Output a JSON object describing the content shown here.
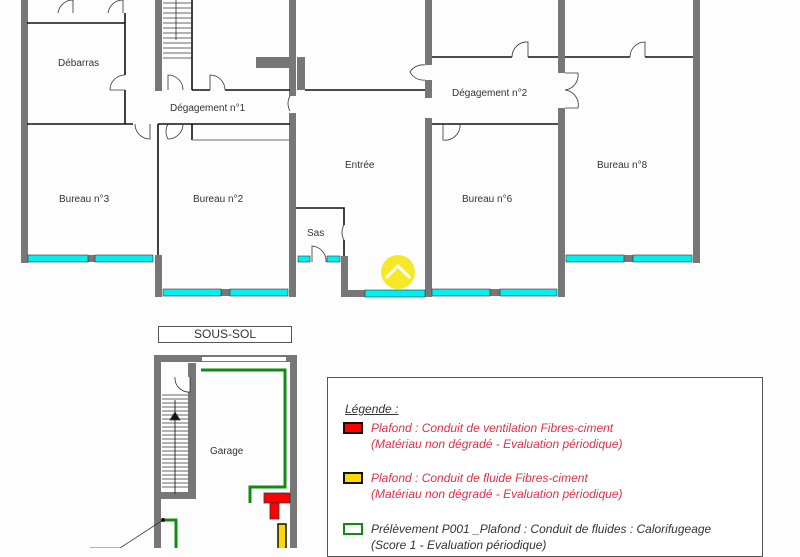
{
  "upper_floor": {
    "rooms": {
      "debarras": "Débarras",
      "degagement1": "Dégagement n°1",
      "degagement2": "Dégagement n°2",
      "bureau3": "Bureau n°3",
      "bureau2": "Bureau n°2",
      "entree": "Entrée",
      "sas": "Sas",
      "bureau6": "Bureau n°6",
      "bureau8": "Bureau n°8"
    }
  },
  "basement": {
    "title": "SOUS-SOL",
    "rooms": {
      "garage": "Garage"
    }
  },
  "legend": {
    "title": "Légende :",
    "items": [
      {
        "line1": "Plafond : Conduit de ventilation Fibres-ciment",
        "line2": "(Matériau non dégradé - Evaluation périodique)",
        "swatch": "#ff0000",
        "border": "#111111",
        "text_color": "#e0304a"
      },
      {
        "line1": "Plafond : Conduit de fluide Fibres-ciment",
        "line2": "(Matériau non dégradé - Evaluation périodique)",
        "swatch": "#ffd700",
        "border": "#111111",
        "text_color": "#e0304a"
      },
      {
        "line1": "Prélèvement P001 _Plafond : Conduit de fluides : Calorifugeage",
        "line2": "(Score 1 - Evaluation périodique)",
        "swatch": "#ffffff",
        "border": "#138a13",
        "text_color": "#333333"
      }
    ]
  },
  "colors": {
    "wall": "#777777",
    "window": "#00f0f0",
    "logo": "#f5e400"
  }
}
